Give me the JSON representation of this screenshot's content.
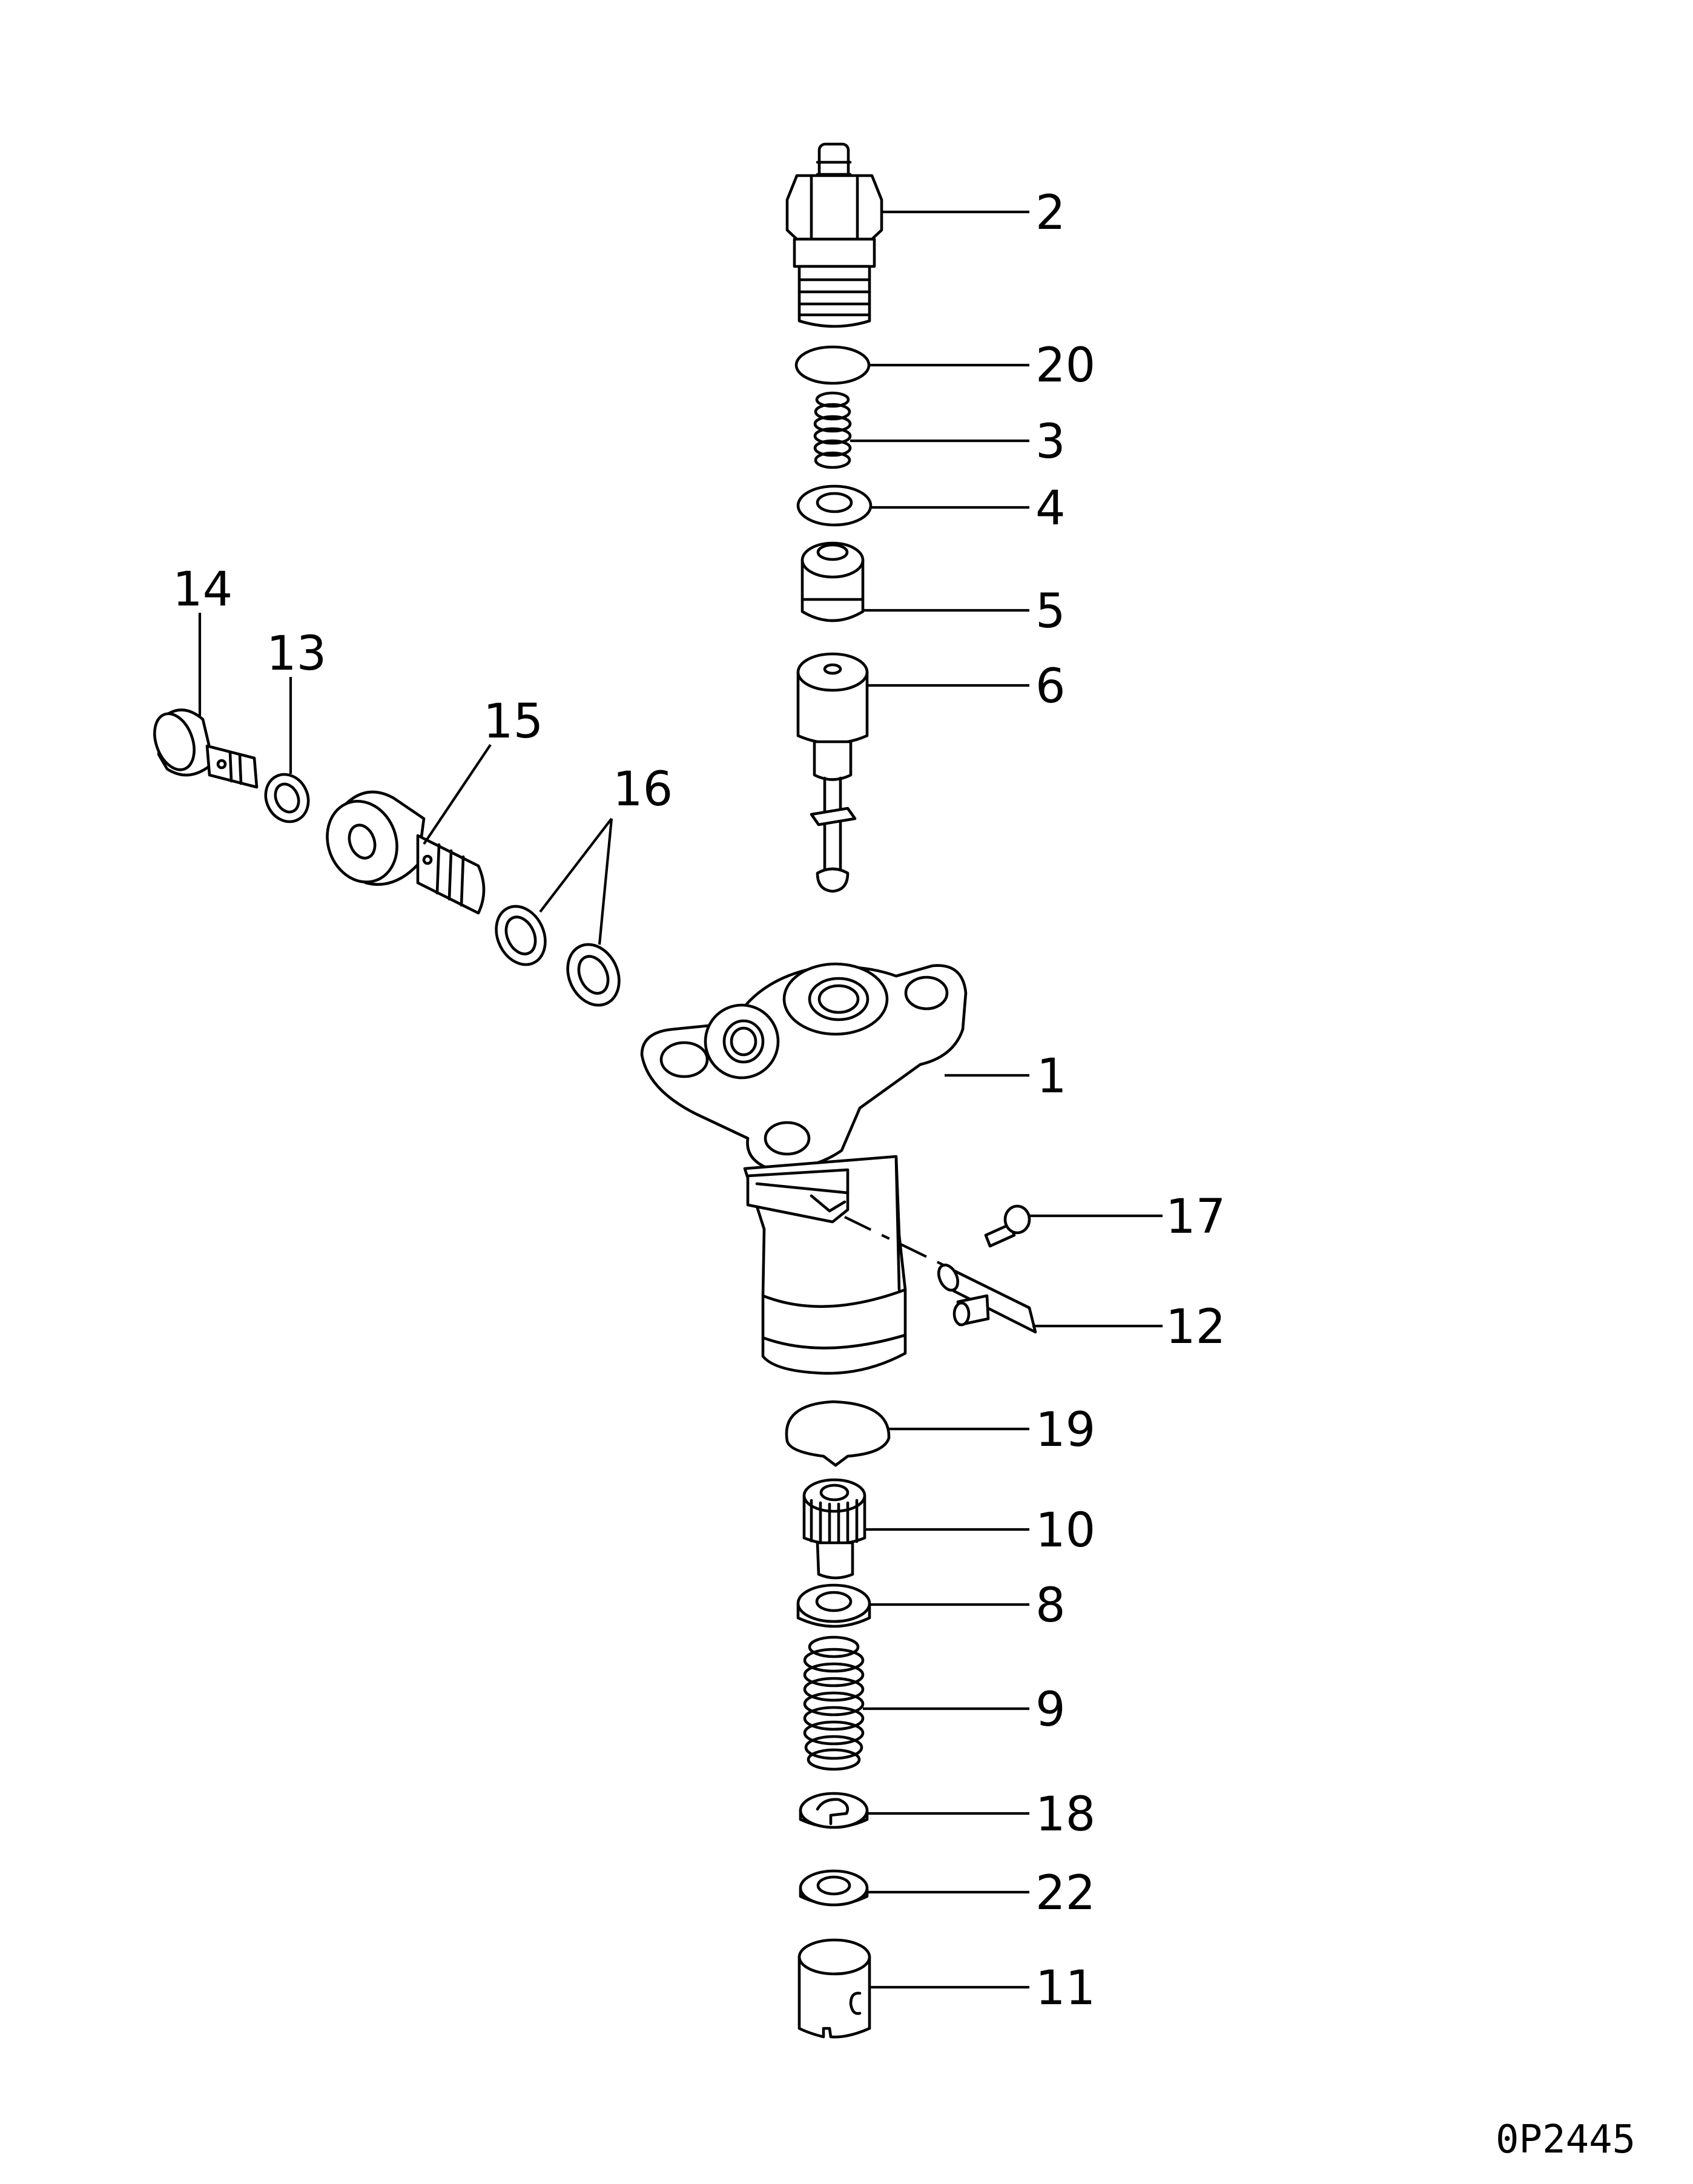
{
  "drawing_id": "0P2445",
  "callouts": {
    "c1": "1",
    "c2": "2",
    "c3": "3",
    "c4": "4",
    "c5": "5",
    "c6": "6",
    "c8": "8",
    "c9": "9",
    "c10": "10",
    "c11": "11",
    "c12": "12",
    "c13": "13",
    "c14": "14",
    "c15": "15",
    "c16": "16",
    "c17": "17",
    "c18": "18",
    "c19": "19",
    "c20": "20",
    "c22": "22"
  }
}
